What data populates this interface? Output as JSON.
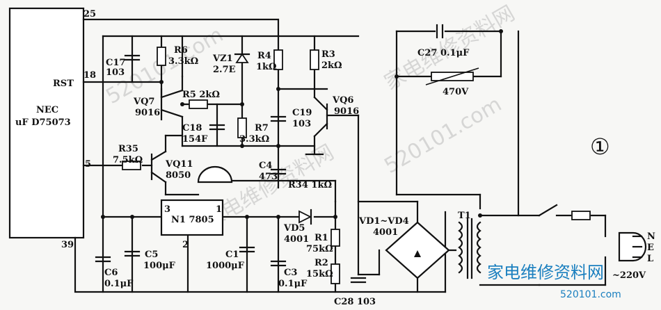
{
  "ic": {
    "line1": "NEC",
    "line2": "uF D75073",
    "pin25": "25",
    "pin18": "18",
    "pin5": "5",
    "pin39": "39",
    "rst": "RST"
  },
  "regulator": {
    "name": "N1 7805",
    "pin1": "1",
    "pin2": "2",
    "pin3": "3"
  },
  "components": {
    "c17": "C17",
    "c17v": "103",
    "r6": "R6",
    "r6v": "3.3kΩ",
    "vz1": "VZ1",
    "vz1v": "2.7E",
    "r4": "R4",
    "r4v": "1kΩ",
    "r3": "R3",
    "r3v": "2kΩ",
    "c27": "C27 0.1μF",
    "vr": "470V",
    "vq7": "VQ7",
    "vq7v": "9016",
    "r5": "R5 2kΩ",
    "c18": "C18",
    "c18v": "154F",
    "r7": "R7",
    "r7v": "3.3kΩ",
    "c19": "C19",
    "c19v": "103",
    "vq6": "VQ6",
    "vq6v": "9016",
    "r35": "R35",
    "r35v": "7.5kΩ",
    "vq11": "VQ11",
    "vq11v": "8050",
    "c4": "C4",
    "c4v": "473",
    "r34": "R34 1kΩ",
    "vd5": "VD5",
    "vd5v": "4001",
    "r1": "R1",
    "r1v": "75kΩ",
    "r2": "R2",
    "r2v": "15kΩ",
    "bridge": "VD1~VD4",
    "bridgev": "4001",
    "t1": "T1",
    "c6": "C6",
    "c6v": "0.1μF",
    "c5": "C5",
    "c5v": "100μF",
    "c1": "C1",
    "c1v": "1000μF",
    "c3": "C3",
    "c3v": "0.1μF",
    "c28": "C28 103",
    "mains": "~220V",
    "n": "N",
    "e": "E",
    "l": "L"
  },
  "figure_number": "①",
  "watermarks": {
    "url": "520101.com",
    "site": "家电维修资料网"
  }
}
